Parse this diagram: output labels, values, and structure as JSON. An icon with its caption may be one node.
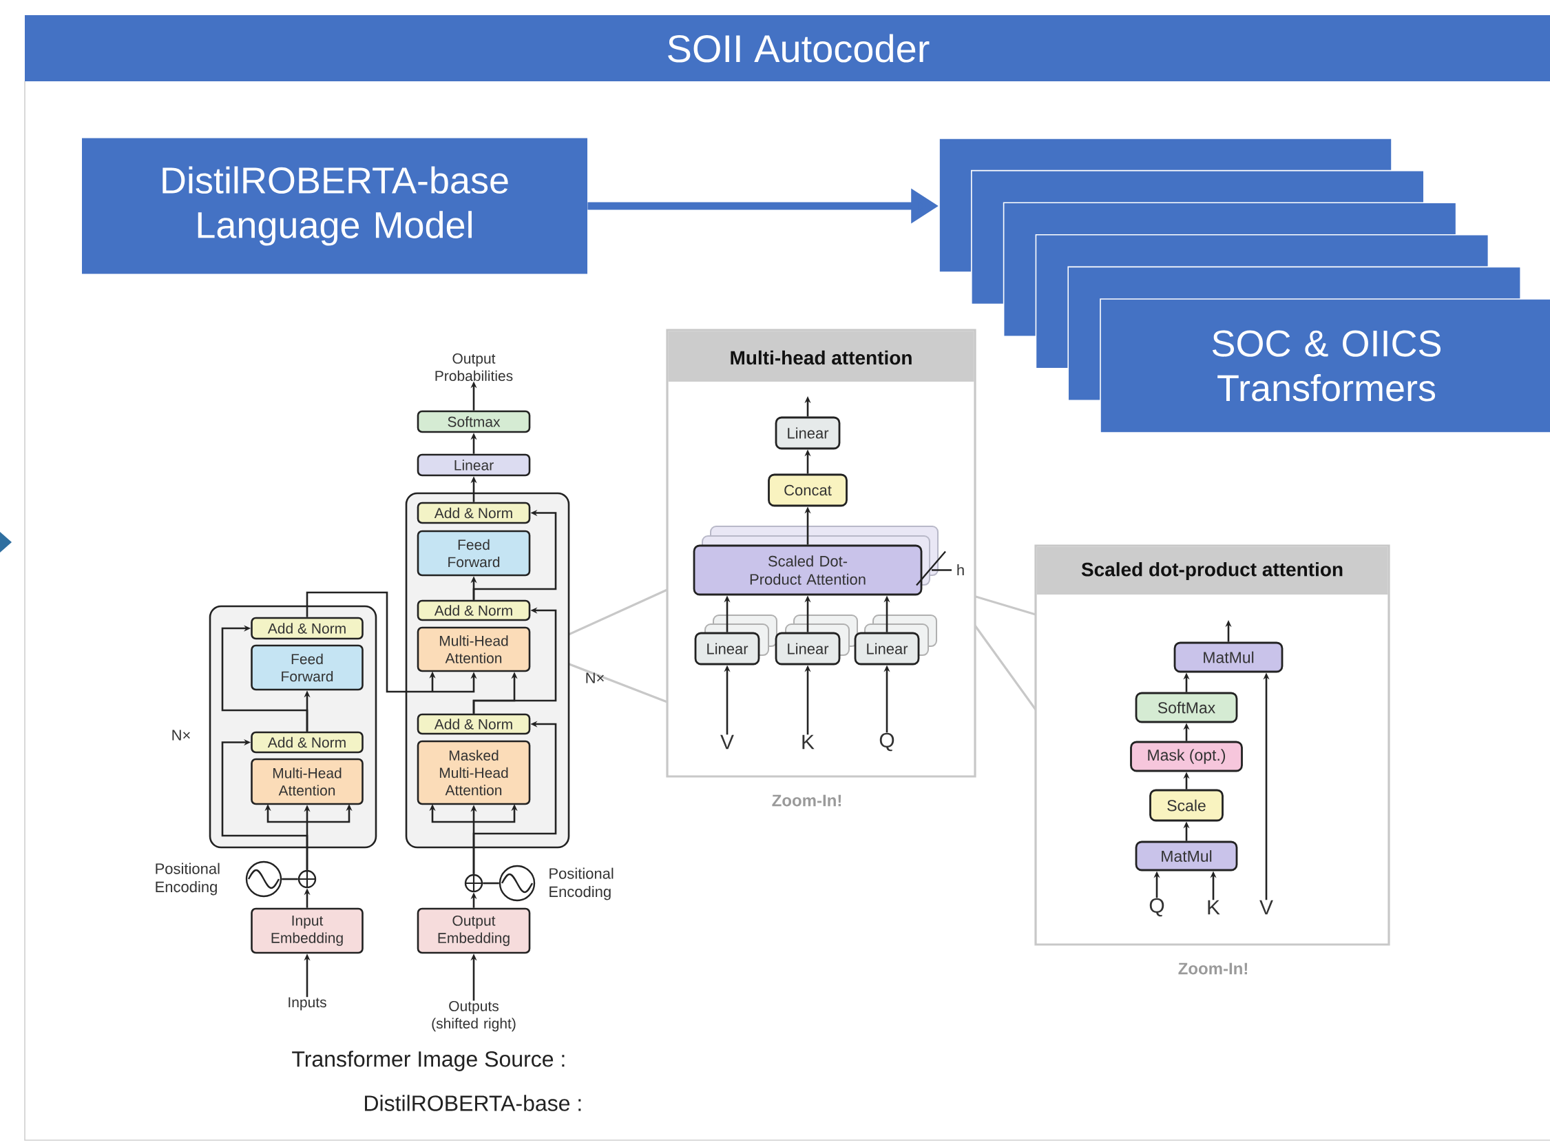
{
  "diagram": {
    "title": "SOII Autocoder",
    "nodes": [
      {
        "text": [
          "DistilROBERTA-base Language Model"
        ]
      },
      {
        "text": [
          "SOC & OIICS Transformers"
        ]
      },
      {
        "text": [
          "Output Probabilities"
        ]
      },
      {
        "text": [
          "Softmax"
        ]
      },
      {
        "text": [
          "Linear"
        ]
      },
      {
        "text": [],
        "shape": "box",
        "beside": [
          "N×"
        ]
      },
      {
        "text": [
          "Add & Norm"
        ],
        "in": 5
      },
      {
        "text": [
          "Feed Forward"
        ],
        "in": 5
      },
      {
        "text": [
          "Add & Norm"
        ],
        "in": 5
      },
      {
        "text": [
          "Multi-Head Attention"
        ],
        "in": 5
      },
      {
        "text": [
          "Add & Norm"
        ],
        "in": 5
      },
      {
        "text": [
          "Masked Multi-Head Attention"
        ],
        "in": 5
      },
      {
        "text": [],
        "shape": "box",
        "beside": [
          "N×"
        ]
      },
      {
        "text": [
          "Add & Norm"
        ],
        "in": 12
      },
      {
        "text": [
          "Feed Forward"
        ],
        "in": 12
      },
      {
        "text": [
          "Add & Norm"
        ],
        "in": 12
      },
      {
        "text": [
          "Multi-Head Attention"
        ],
        "in": 12
      },
      {
        "text": [],
        "shape": "circle"
      },
      {
        "text": [],
        "shape": "circle",
        "beside": [
          "Positional Encoding"
        ]
      },
      {
        "text": [
          "Input Embedding"
        ]
      },
      {
        "text": [
          "Inputs"
        ]
      },
      {
        "text": [],
        "shape": "circle"
      },
      {
        "text": [],
        "shape": "circle",
        "beside": [
          "Positional Encoding"
        ]
      },
      {
        "text": [
          "Output Embedding"
        ]
      },
      {
        "text": [
          "Outputs (shifted right)"
        ]
      },
      {
        "text": [
          "Multi-head attention"
        ],
        "beside": [
          "Zoom-In!"
        ]
      },
      {
        "text": [
          "Linear"
        ],
        "in": 25
      },
      {
        "text": [
          "Concat"
        ],
        "in": 25
      },
      {
        "text": [
          "Scaled Dot-Product Attention"
        ],
        "in": 25,
        "beside": [
          "h"
        ]
      },
      {
        "text": [
          "Linear"
        ],
        "in": 25
      },
      {
        "text": [
          "Linear"
        ],
        "in": 25
      },
      {
        "text": [
          "Linear"
        ],
        "in": 25
      },
      {
        "text": [
          "V"
        ],
        "in": 25
      },
      {
        "text": [
          "K"
        ],
        "in": 25
      },
      {
        "text": [
          "Q"
        ],
        "in": 25
      },
      {
        "text": [
          "Scaled dot-product attention"
        ],
        "beside": [
          "Zoom-In!"
        ]
      },
      {
        "text": [
          "MatMul"
        ],
        "in": 35
      },
      {
        "text": [
          "SoftMax"
        ],
        "in": 35
      },
      {
        "text": [
          "Mask (opt.)"
        ],
        "in": 35
      },
      {
        "text": [
          "Scale"
        ],
        "in": 35
      },
      {
        "text": [
          "MatMul"
        ],
        "in": 35
      },
      {
        "text": [
          "Q"
        ],
        "in": 35
      },
      {
        "text": [
          "K"
        ],
        "in": 35
      },
      {
        "text": [
          "V"
        ],
        "in": 35
      }
    ],
    "edges": [
      {
        "from": 0,
        "to": 1,
        "arrow": "to",
        "style": "thick",
        "color": "#4472c4"
      },
      {
        "from": 3,
        "to": 2,
        "arrow": "to"
      },
      {
        "from": 4,
        "to": 3,
        "arrow": "to"
      },
      {
        "from": 6,
        "to": 4,
        "arrow": "to"
      },
      {
        "from": 8,
        "to": 7,
        "arrow": "to"
      },
      {
        "from": 8,
        "to": 6,
        "arrow": "to"
      },
      {
        "from": 10,
        "to": 9,
        "arrow": "to"
      },
      {
        "from": 10,
        "to": 8,
        "arrow": "to"
      },
      {
        "from": 13,
        "to": 9,
        "arrow": "to"
      },
      {
        "from": 21,
        "to": 11,
        "arrow": "to"
      },
      {
        "from": 21,
        "to": 10,
        "arrow": "to"
      },
      {
        "from": 23,
        "to": 21,
        "arrow": "to"
      },
      {
        "from": 22,
        "to": 21,
        "arrow": "none"
      },
      {
        "from": 24,
        "to": 23,
        "arrow": "to"
      },
      {
        "from": 15,
        "to": 14,
        "arrow": "to"
      },
      {
        "from": 15,
        "to": 13,
        "arrow": "to"
      },
      {
        "from": 17,
        "to": 16,
        "arrow": "to"
      },
      {
        "from": 17,
        "to": 15,
        "arrow": "to"
      },
      {
        "from": 19,
        "to": 17,
        "arrow": "to"
      },
      {
        "from": 18,
        "to": 17,
        "arrow": "none"
      },
      {
        "from": 20,
        "to": 19,
        "arrow": "to"
      },
      {
        "from": 26,
        "to": null,
        "arrow": "to"
      },
      {
        "from": 27,
        "to": 26,
        "arrow": "to"
      },
      {
        "from": 28,
        "to": 27,
        "arrow": "to"
      },
      {
        "from": 29,
        "to": 28,
        "arrow": "to"
      },
      {
        "from": 30,
        "to": 28,
        "arrow": "to"
      },
      {
        "from": 31,
        "to": 28,
        "arrow": "to"
      },
      {
        "from": 32,
        "to": 29,
        "arrow": "to"
      },
      {
        "from": 33,
        "to": 30,
        "arrow": "to"
      },
      {
        "from": 34,
        "to": 31,
        "arrow": "to"
      },
      {
        "from": 36,
        "to": null,
        "arrow": "to"
      },
      {
        "from": 37,
        "to": 36,
        "arrow": "to"
      },
      {
        "from": 38,
        "to": 37,
        "arrow": "to"
      },
      {
        "from": 39,
        "to": 38,
        "arrow": "to"
      },
      {
        "from": 40,
        "to": 39,
        "arrow": "to"
      },
      {
        "from": 41,
        "to": 40,
        "arrow": "to"
      },
      {
        "from": 42,
        "to": 40,
        "arrow": "to"
      },
      {
        "from": 43,
        "to": 36,
        "arrow": "to"
      }
    ],
    "labels": [
      "Transformer Image Source :",
      "DistilROBERTA-base :"
    ]
  }
}
